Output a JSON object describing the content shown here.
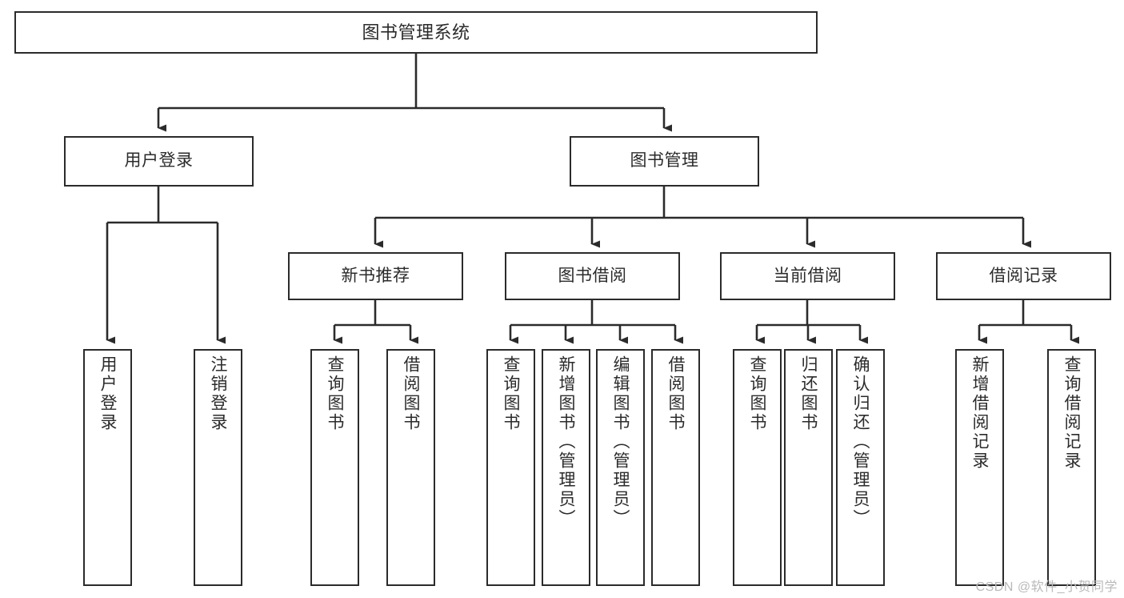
{
  "diagram": {
    "title": "图书管理系统",
    "type": "tree",
    "root": {
      "id": "root",
      "label": "图书管理系统"
    },
    "level2": [
      {
        "id": "login",
        "label": "用户登录"
      },
      {
        "id": "bookmgmt",
        "label": "图书管理"
      }
    ],
    "level3": [
      {
        "id": "newbook",
        "label": "新书推荐",
        "parent": "bookmgmt"
      },
      {
        "id": "borrow",
        "label": "图书借阅",
        "parent": "bookmgmt"
      },
      {
        "id": "current",
        "label": "当前借阅",
        "parent": "bookmgmt"
      },
      {
        "id": "records",
        "label": "借阅记录",
        "parent": "bookmgmt"
      }
    ],
    "leaves": {
      "login": [
        {
          "id": "leaf-user-login",
          "label": "用户登录"
        },
        {
          "id": "leaf-logout",
          "label": "注销登录"
        }
      ],
      "newbook": [
        {
          "id": "leaf-query-book-1",
          "label": "查询图书"
        },
        {
          "id": "leaf-borrow-book-1",
          "label": "借阅图书"
        }
      ],
      "borrow": [
        {
          "id": "leaf-query-book-2",
          "label": "查询图书"
        },
        {
          "id": "leaf-add-book",
          "label": "新增图书（管理员）"
        },
        {
          "id": "leaf-edit-book",
          "label": "编辑图书（管理员）"
        },
        {
          "id": "leaf-borrow-book-2",
          "label": "借阅图书"
        }
      ],
      "current": [
        {
          "id": "leaf-query-book-3",
          "label": "查询图书"
        },
        {
          "id": "leaf-return-book",
          "label": "归还图书"
        },
        {
          "id": "leaf-confirm-return",
          "label": "确认归还（管理员）"
        }
      ],
      "records": [
        {
          "id": "leaf-add-record",
          "label": "新增借阅记录"
        },
        {
          "id": "leaf-query-record",
          "label": "查询借阅记录"
        }
      ]
    },
    "watermark": "CSDN @软件_小贺同学",
    "colors": {
      "stroke": "#2b2b2b",
      "fill": "#ffffff",
      "text": "#2b2b2b",
      "watermark": "#b9b9b9"
    }
  }
}
